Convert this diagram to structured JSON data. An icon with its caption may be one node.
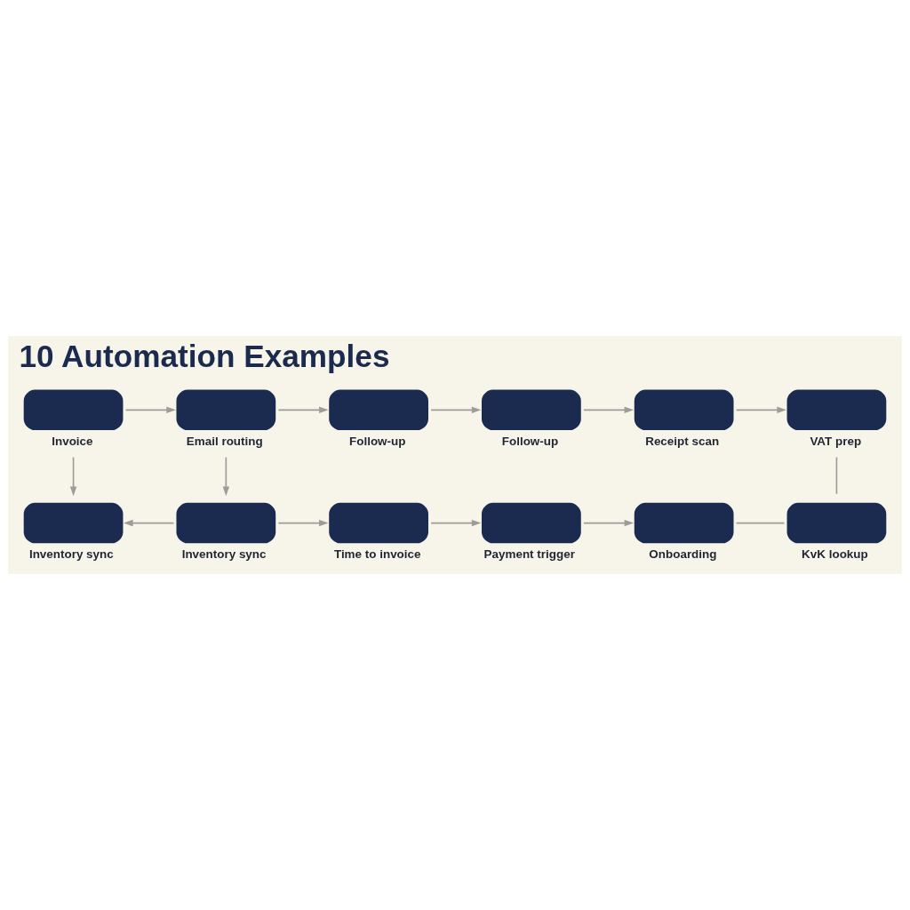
{
  "diagram": {
    "title": "10 Automation Examples",
    "nodes": [
      {
        "text": [
          "Invoice"
        ]
      },
      {
        "text": [
          "Email routing"
        ]
      },
      {
        "text": [
          "Follow-up"
        ]
      },
      {
        "text": [
          "Follow-up"
        ]
      },
      {
        "text": [
          "Receipt scan"
        ]
      },
      {
        "text": [
          "VAT prep"
        ]
      },
      {
        "text": [
          "Inventory sync"
        ]
      },
      {
        "text": [
          "Inventory sync"
        ]
      },
      {
        "text": [
          "Time to invoice"
        ]
      },
      {
        "text": [
          "Payment trigger"
        ]
      },
      {
        "text": [
          "Onboarding"
        ]
      },
      {
        "text": [
          "KvK lookup"
        ]
      }
    ],
    "edges": [
      {
        "from": 0,
        "to": 1,
        "arrow": "to"
      },
      {
        "from": 1,
        "to": 2,
        "arrow": "to"
      },
      {
        "from": 2,
        "to": 3,
        "arrow": "to"
      },
      {
        "from": 3,
        "to": 4,
        "arrow": "to"
      },
      {
        "from": 4,
        "to": 5,
        "arrow": "to"
      },
      {
        "from": 5,
        "to": 11,
        "arrow": "none"
      },
      {
        "from": 0,
        "to": 6,
        "arrow": "to"
      },
      {
        "from": 1,
        "to": 7,
        "arrow": "to"
      },
      {
        "from": 7,
        "to": 6,
        "arrow": "to"
      },
      {
        "from": 7,
        "to": 8,
        "arrow": "to"
      },
      {
        "from": 8,
        "to": 9,
        "arrow": "to"
      },
      {
        "from": 9,
        "to": 10,
        "arrow": "to"
      },
      {
        "from": 11,
        "to": 10,
        "arrow": "none"
      }
    ]
  }
}
